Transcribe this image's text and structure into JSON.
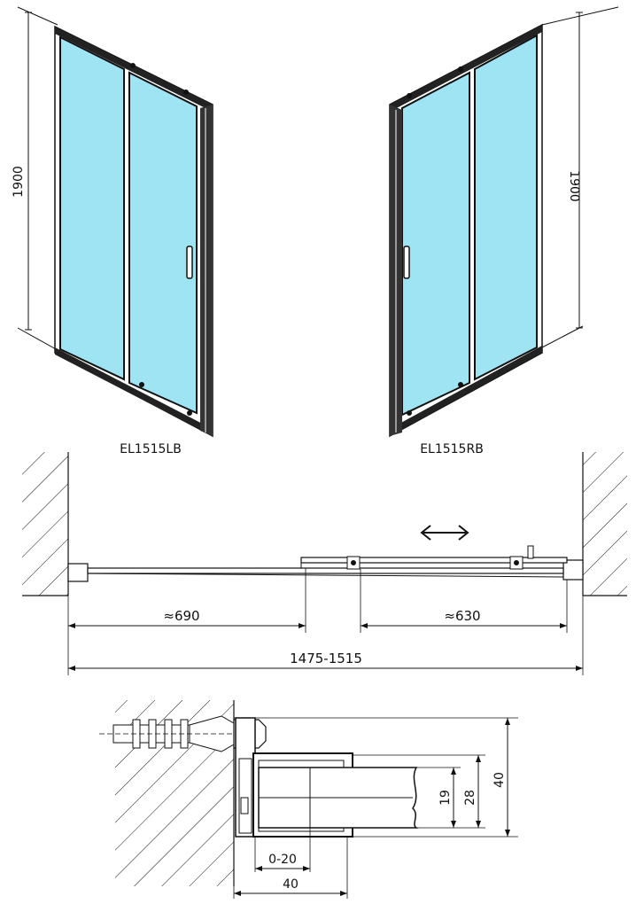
{
  "views": {
    "left_label": "EL1515LB",
    "right_label": "EL1515RB",
    "left_height": "1900",
    "right_height": "1900"
  },
  "plan": {
    "opening_left": "≈690",
    "opening_right": "≈630",
    "total_width": "1475-1515"
  },
  "detail": {
    "adjust_range": "0-20",
    "profile_width": "40",
    "dim_19": "19",
    "dim_28": "28",
    "dim_40": "40"
  },
  "colors": {
    "glass": "#9fe4f3",
    "line": "#111111"
  }
}
